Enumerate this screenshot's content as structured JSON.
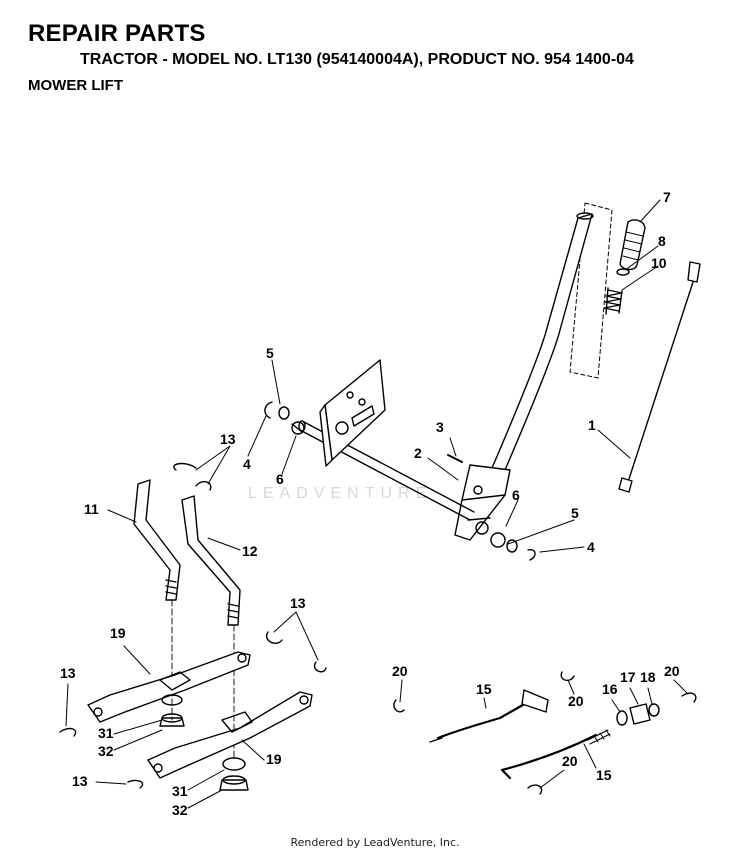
{
  "header": {
    "title": "REPAIR PARTS",
    "subtitle": "TRACTOR - MODEL NO. LT130 (954140004A), PRODUCT NO. 954 1400-04",
    "section": "MOWER LIFT"
  },
  "watermark": "LEADVENTURE",
  "footer": "Rendered by LeadVenture, Inc.",
  "callouts": {
    "c1": "1",
    "c2": "2",
    "c3": "3",
    "c4a": "4",
    "c4b": "4",
    "c5a": "5",
    "c5b": "5",
    "c6a": "6",
    "c6b": "6",
    "c7": "7",
    "c8": "8",
    "c10": "10",
    "c11": "11",
    "c12": "12",
    "c13a": "13",
    "c13b": "13",
    "c13c": "13",
    "c13d": "13",
    "c15a": "15",
    "c15b": "15",
    "c16": "16",
    "c17": "17",
    "c18": "18",
    "c19a": "19",
    "c19b": "19",
    "c20a": "20",
    "c20b": "20",
    "c20c": "20",
    "c20d": "20",
    "c31a": "31",
    "c31b": "31",
    "c32a": "32",
    "c32b": "32"
  }
}
